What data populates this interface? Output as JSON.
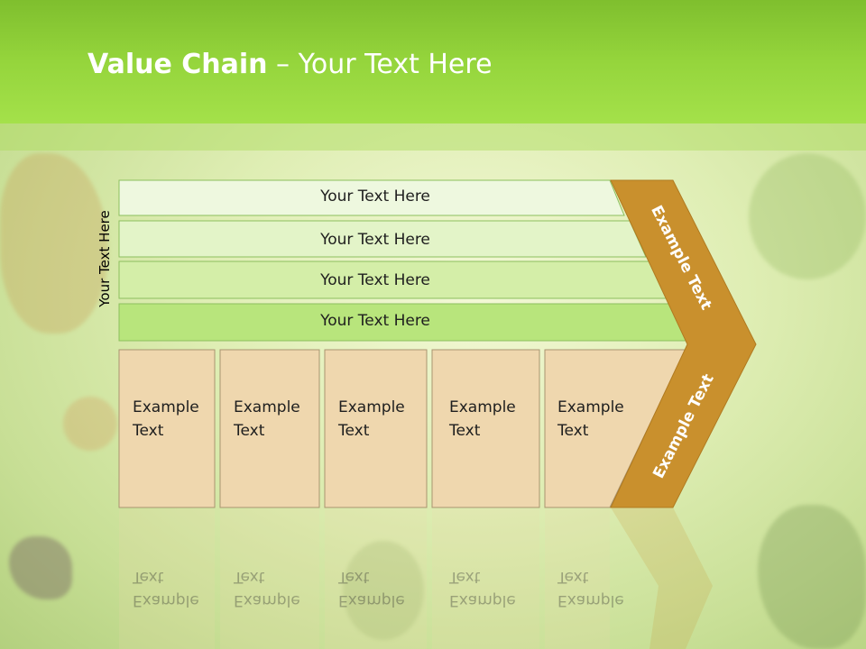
{
  "title": {
    "bold": "Value Chain",
    "rest": " – Your Text Here"
  },
  "side_label": "Your Text Here",
  "bars": [
    {
      "label": "Your Text Here"
    },
    {
      "label": "Your Text Here"
    },
    {
      "label": "Your Text Here"
    },
    {
      "label": "Your Text Here"
    }
  ],
  "boxes": [
    {
      "line1": "Example",
      "line2": "Text"
    },
    {
      "line1": "Example",
      "line2": "Text"
    },
    {
      "line1": "Example",
      "line2": "Text"
    },
    {
      "line1": "Example",
      "line2": "Text"
    },
    {
      "line1": "Example",
      "line2": "Text"
    }
  ],
  "chevron": {
    "upper": "Example Text",
    "lower": "Example Text"
  },
  "colors": {
    "header": "#95d53c",
    "bar_1": "#eef8df",
    "bar_2": "#e3f4c8",
    "bar_3": "#d4eea8",
    "bar_4": "#b8e57c",
    "box": "#efd7ae",
    "chevron": "#c9902d"
  }
}
